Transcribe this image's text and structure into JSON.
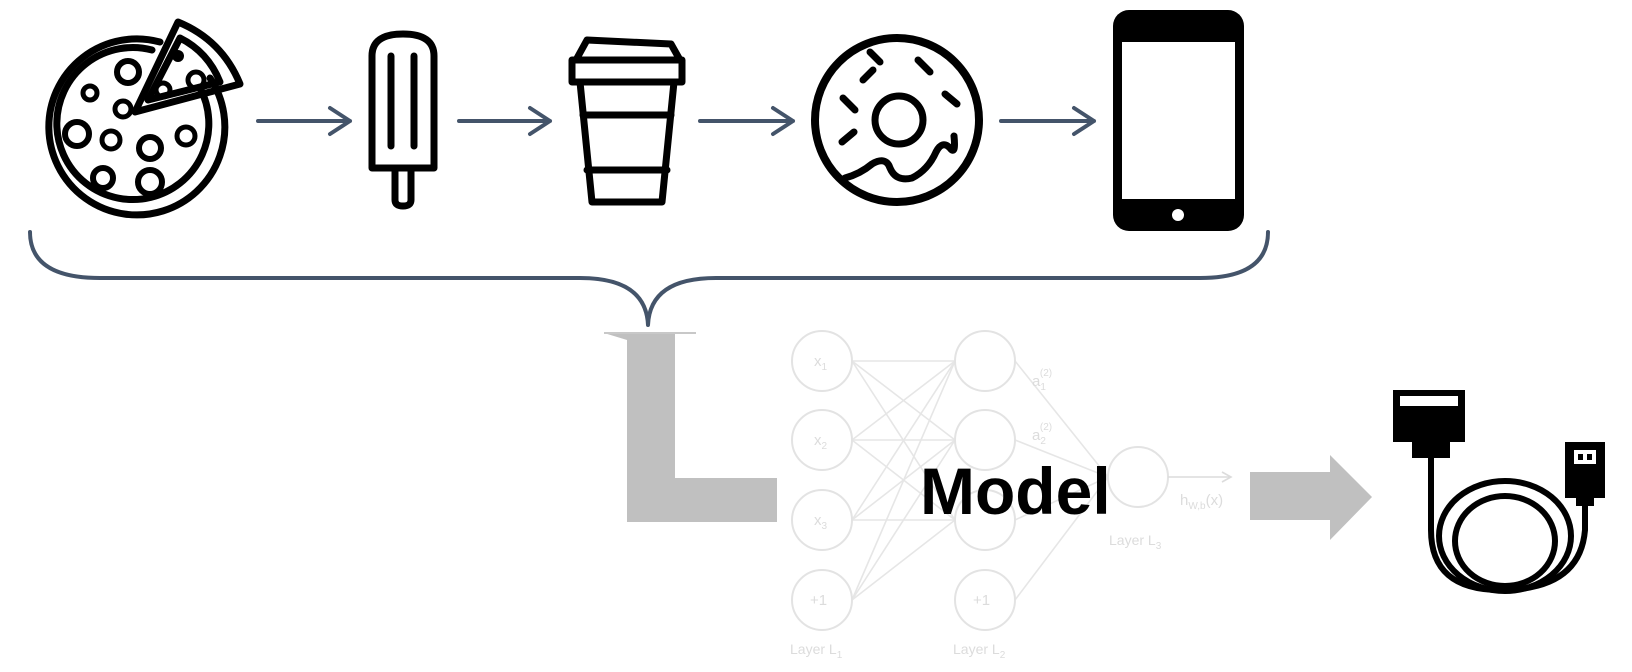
{
  "title": "Model",
  "colors": {
    "arrow": "#44546a",
    "gray_flow": "#c0c0c0",
    "nn_faint": "#dcdcdc",
    "icon": "#000000"
  },
  "pipeline_icons": [
    "pizza-icon",
    "popsicle-icon",
    "coffee-cup-icon",
    "donut-icon",
    "tablet-icon"
  ],
  "output_icon": "usb-cable-icon",
  "network": {
    "input_nodes": [
      {
        "text": "x",
        "sub": "1"
      },
      {
        "text": "x",
        "sub": "2"
      },
      {
        "text": "x",
        "sub": "3"
      },
      {
        "text": "+1",
        "sub": ""
      }
    ],
    "hidden_nodes": [
      {
        "text": "",
        "sub": ""
      },
      {
        "text": "",
        "sub": ""
      },
      {
        "text": "",
        "sub": ""
      },
      {
        "text": "+1",
        "sub": ""
      }
    ],
    "activations": [
      {
        "text": "a",
        "sub": "1",
        "sup": "(2)"
      },
      {
        "text": "a",
        "sub": "2",
        "sup": "(2)"
      }
    ],
    "output_text": {
      "text": "h",
      "sub": "W,b",
      "suffix": "(x)"
    },
    "layer_labels": [
      {
        "text": "Layer L",
        "sub": "1"
      },
      {
        "text": "Layer L",
        "sub": "2"
      },
      {
        "text": "Layer L",
        "sub": "3"
      }
    ]
  }
}
